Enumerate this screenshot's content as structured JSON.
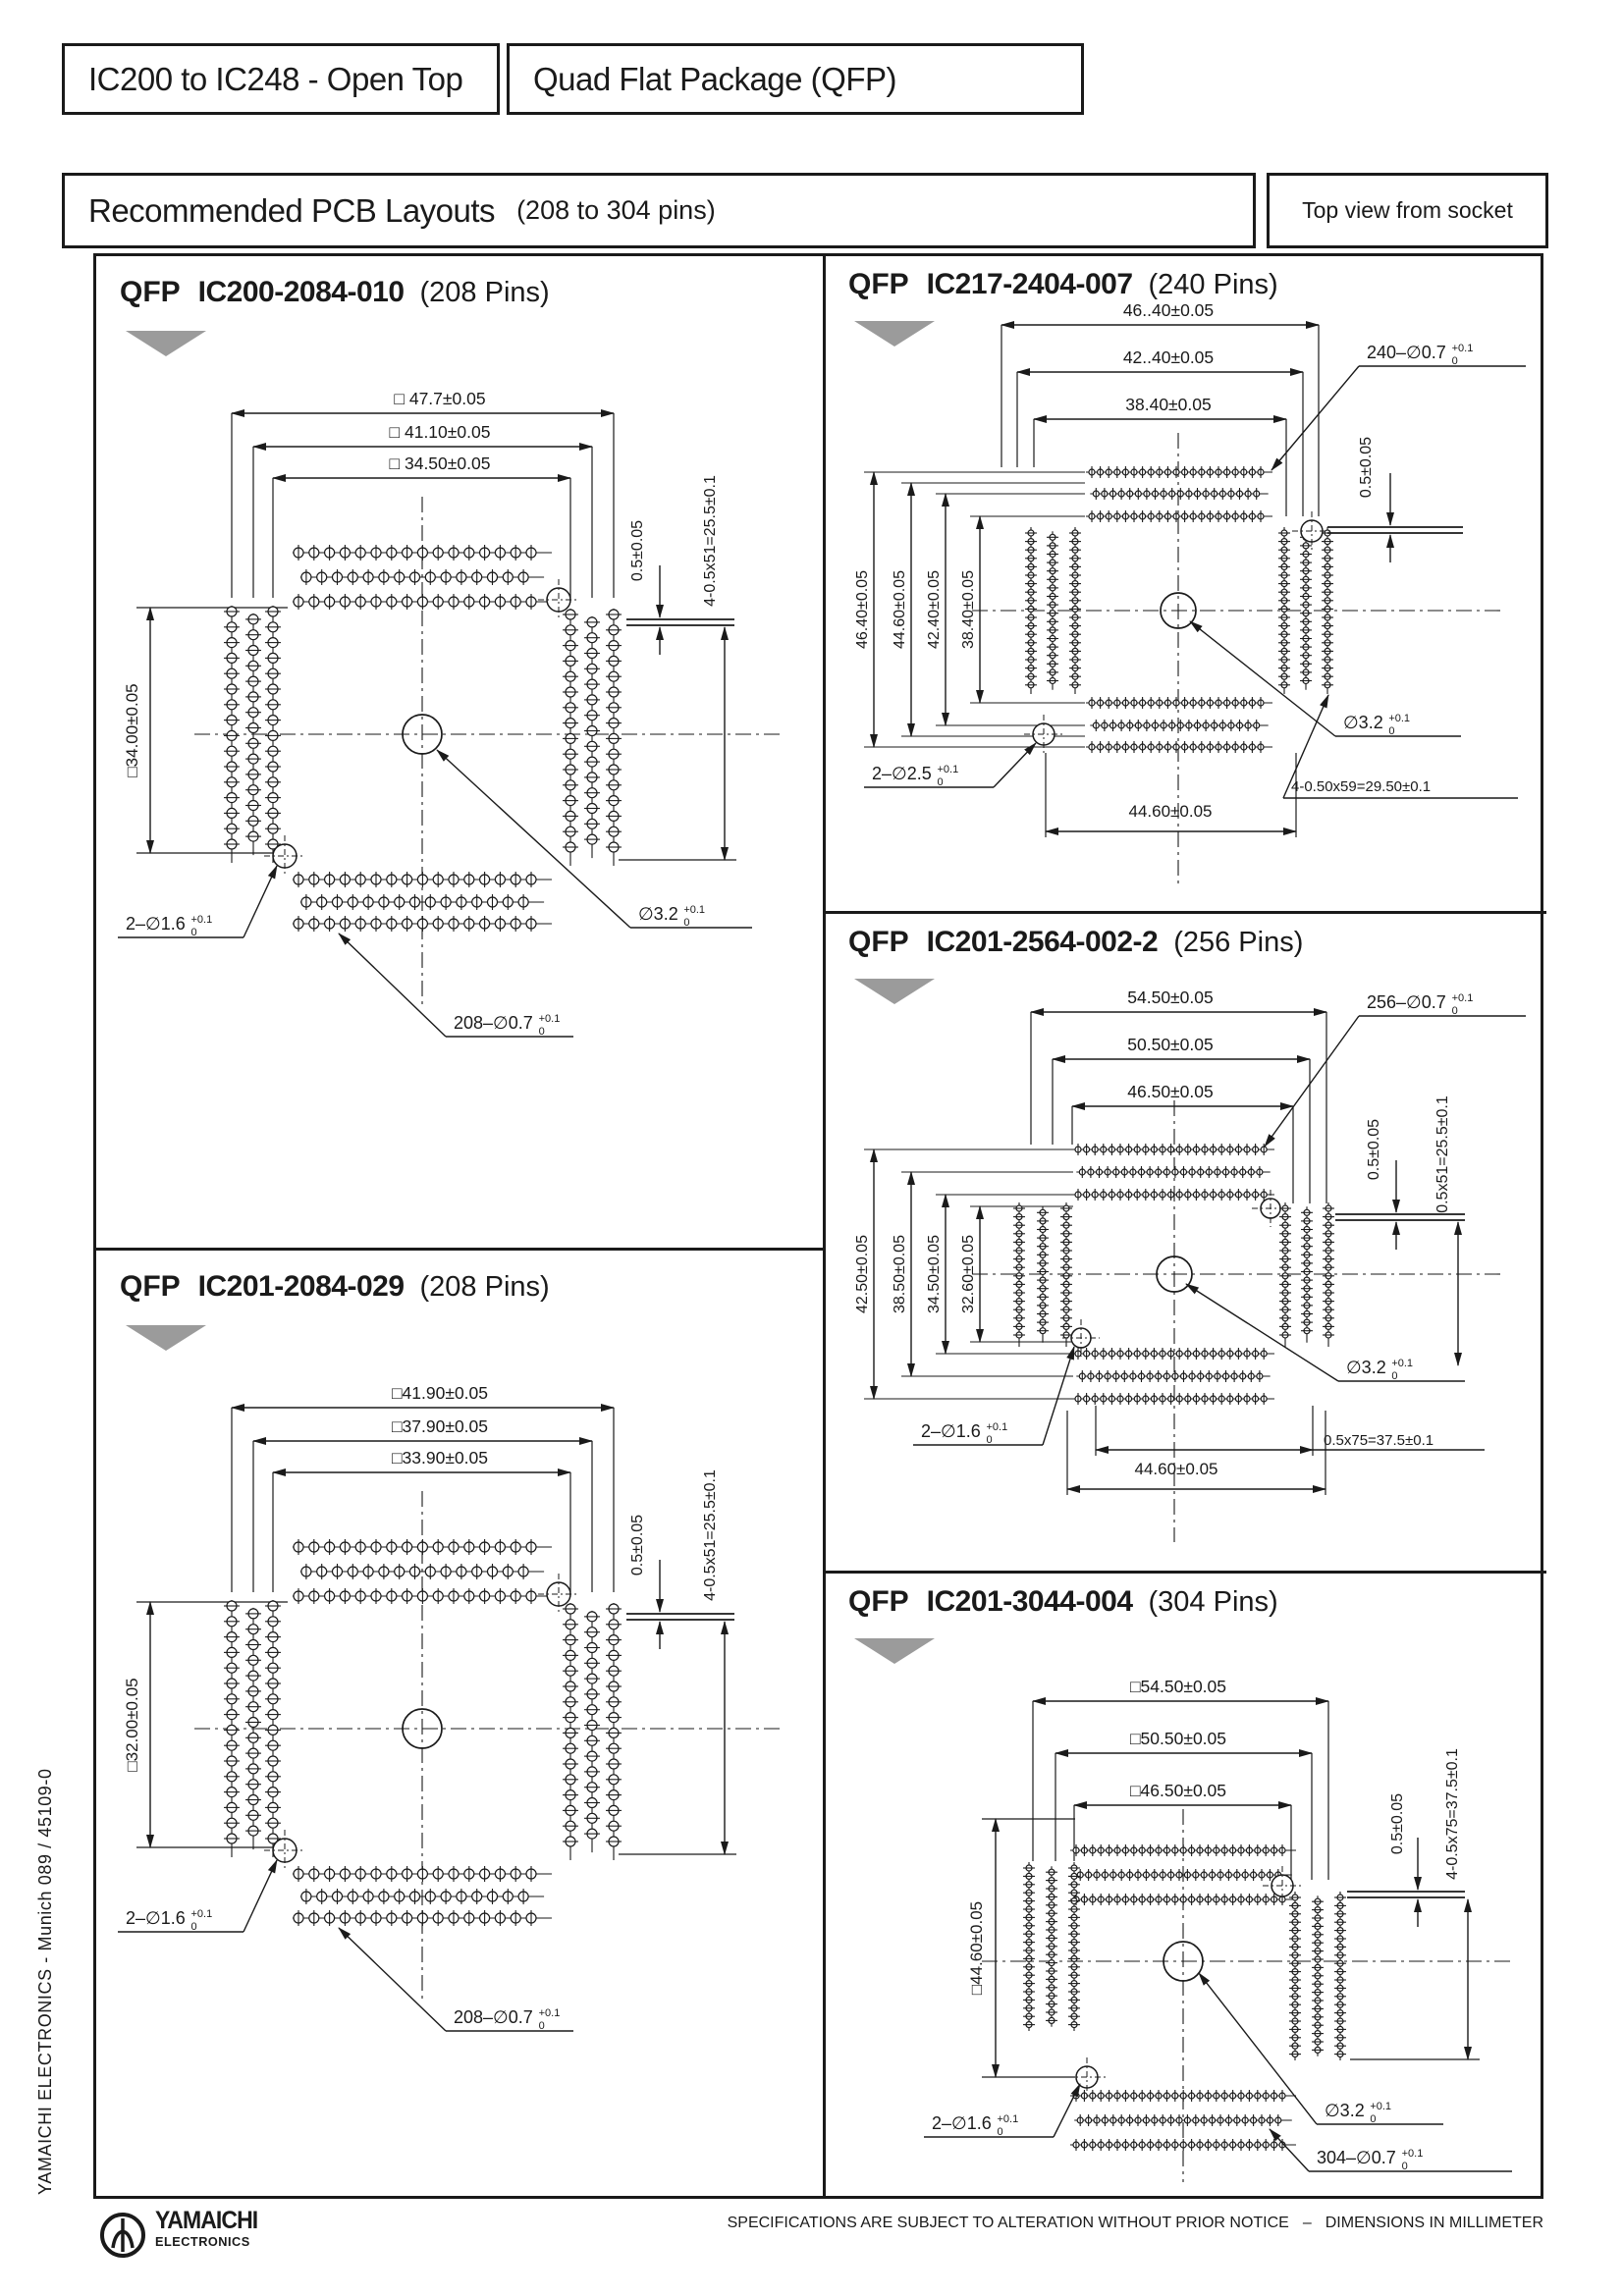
{
  "header": {
    "product_range": "IC200 to IC248  - Open Top",
    "package": "Quad Flat Package (QFP)",
    "doc_title": "Recommended PCB Layouts",
    "doc_subtitle": "(208 to 304 pins)",
    "view_note": "Top view from socket"
  },
  "side_note": "YAMAICHI ELECTRONICS   -   Munich 089 / 45109-0",
  "footer": {
    "brand_line1": "YAMAICHI",
    "brand_line2": "ELECTRONICS",
    "notice": "SPECIFICATIONS ARE SUBJECT TO ALTERATION WITHOUT PRIOR NOTICE",
    "separator": "–",
    "units_note": "DIMENSIONS IN MILLIMETER"
  },
  "panels": [
    {
      "family": "QFP",
      "part": "IC200-2084-010",
      "pins": "(208 Pins)",
      "top_dims": [
        "□ 47.7±0.05",
        "□ 41.10±0.05",
        "□ 34.50±0.05"
      ],
      "left_dims": [
        "□34.00±0.05"
      ],
      "offset_dim": "0.5±0.05",
      "span_dim": "4-0.5x51=25.5±0.1",
      "corner_hole_label": "2–∅1.6",
      "center_hole_label": "∅3.2",
      "pad_hole_label": "208–∅0.7",
      "tol_plus": "+0.1",
      "tol_minus": "0"
    },
    {
      "family": "QFP",
      "part": "IC217-2404-007",
      "pins": "(240 Pins)",
      "top_dims": [
        "46..40±0.05",
        "42..40±0.05",
        "38.40±0.05"
      ],
      "left_dims": [
        "46.40±0.05",
        "44.60±0.05",
        "42.40±0.05",
        "38.40±0.05"
      ],
      "offset_dim": "0.5±0.05",
      "row_span_dim": "4-0.50x59=29.50±0.1",
      "bottom_dim": "44.60±0.05",
      "corner_hole_label": "2–∅2.5",
      "center_hole_label": "∅3.2",
      "pad_hole_label": "240–∅0.7",
      "tol_plus": "+0.1",
      "tol_minus": "0"
    },
    {
      "family": "QFP",
      "part": "IC201-2564-002-2",
      "pins": "(256 Pins)",
      "top_dims": [
        "54.50±0.05",
        "50.50±0.05",
        "46.50±0.05"
      ],
      "left_dims": [
        "42.50±0.05",
        "38.50±0.05",
        "34.50±0.05",
        "32.60±0.05"
      ],
      "offset_dim": "0.5±0.05",
      "right_span_dim": "0.5x51=25.5±0.1",
      "bottom_span_dim": "0.5x75=37.5±0.1",
      "bottom_dim": "44.60±0.05",
      "corner_hole_label": "2–∅1.6",
      "center_hole_label": "∅3.2",
      "pad_hole_label": "256–∅0.7",
      "tol_plus": "+0.1",
      "tol_minus": "0"
    },
    {
      "family": "QFP",
      "part": "IC201-2084-029",
      "pins": "(208 Pins)",
      "top_dims": [
        "□41.90±0.05",
        "□37.90±0.05",
        "□33.90±0.05"
      ],
      "left_dims": [
        "□32.00±0.05"
      ],
      "offset_dim": "0.5±0.05",
      "span_dim": "4-0.5x51=25.5±0.1",
      "corner_hole_label": "2–∅1.6",
      "pad_hole_label": "208–∅0.7",
      "tol_plus": "+0.1",
      "tol_minus": "0"
    },
    {
      "family": "QFP",
      "part": "IC201-3044-004",
      "pins": "(304 Pins)",
      "top_dims": [
        "□54.50±0.05",
        "□50.50±0.05",
        "□46.50±0.05"
      ],
      "left_dims": [
        "□44.60±0.05"
      ],
      "offset_dim": "0.5±0.05",
      "span_dim": "4-0.5x75=37.5±0.1",
      "corner_hole_label": "2–∅1.6",
      "center_hole_label": "∅3.2",
      "pad_hole_label": "304–∅0.7",
      "tol_plus": "+0.1",
      "tol_minus": "0"
    }
  ]
}
